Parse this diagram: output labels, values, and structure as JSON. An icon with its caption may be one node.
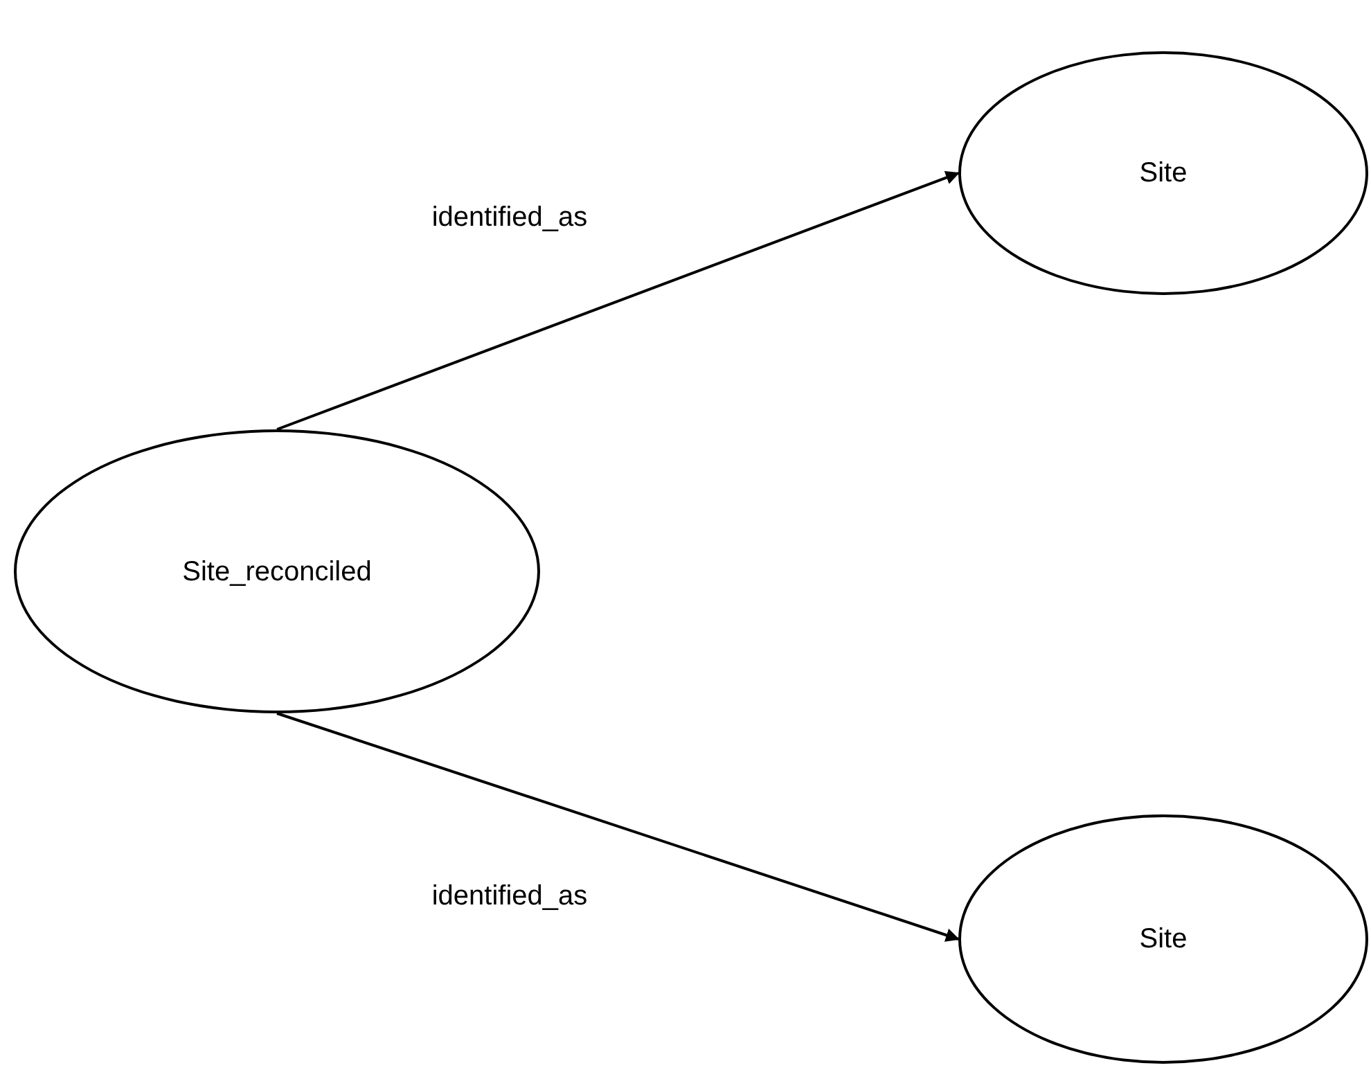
{
  "diagram": {
    "nodes": [
      {
        "text": [
          "Site_reconciled"
        ]
      },
      {
        "text": [
          "Site"
        ]
      },
      {
        "text": [
          "Site"
        ]
      }
    ],
    "edges": [
      {
        "from": 0,
        "to": 1,
        "arrow": "to",
        "label": "identified_as"
      },
      {
        "from": 0,
        "to": 2,
        "arrow": "to",
        "label": "identified_as"
      }
    ]
  }
}
